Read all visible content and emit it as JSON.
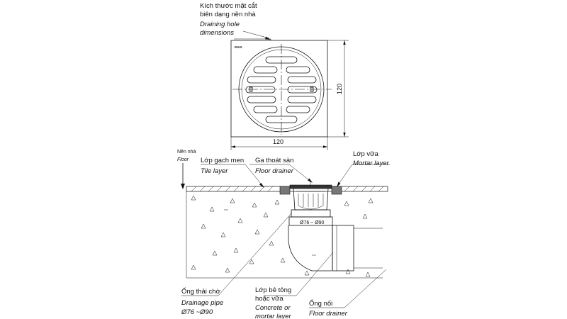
{
  "grate": {
    "logo": "INAX",
    "width_dim": "120",
    "height_dim": "120"
  },
  "labels": {
    "hole_vi_1": "Kích thước mặt cắt",
    "hole_vi_2": "biên dạng nền nhà",
    "hole_en_1": "Draining hole",
    "hole_en_2": "dimensions",
    "floor_vi": "Nền nhà",
    "floor_en": "Floor",
    "tile_vi": "Lớp gạch men",
    "tile_en": "Tile layer",
    "drainer_vi": "Ga thoát sàn",
    "drainer_en": "Floor drainer",
    "mortar_vi": "Lớp vữa",
    "mortar_en": "Mortar layer",
    "pipe_dim": "Ø76 ~ Ø90",
    "pipe_vi": "Ống thải chờ",
    "pipe_en": "Drainage pipe",
    "pipe_size": "Ø76 ~Ø90",
    "concrete_vi_1": "Lớp bê tông",
    "concrete_vi_2": "hoặc vữa",
    "concrete_en_1": "Concrete or",
    "concrete_en_2": "mortar layer",
    "connector_vi": "Ống nối",
    "connector_en": "Floor drainer"
  }
}
